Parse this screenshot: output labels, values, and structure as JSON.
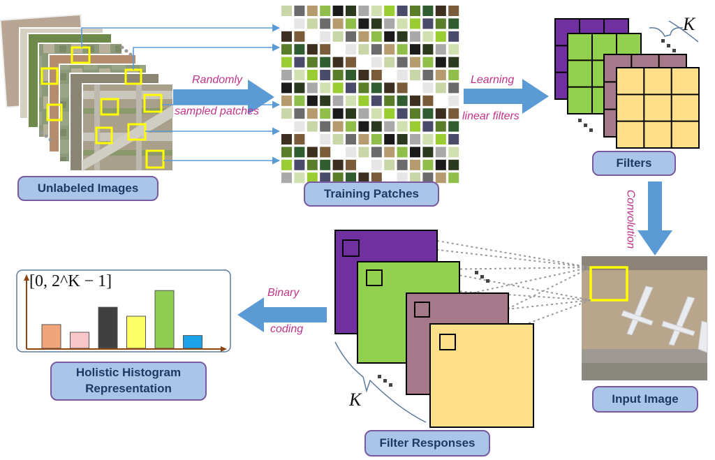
{
  "labels": {
    "unlabeled_images": "Unlabeled Images",
    "training_patches": "Training Patches",
    "filters": "Filters",
    "input_image": "Input Image",
    "filter_responses": "Filter Responses",
    "holistic_line1": "Holistic Histogram",
    "holistic_line2": "Representation"
  },
  "annotations": {
    "randomly": "Randomly",
    "sampled_patches": "sampled patches",
    "learning": "Learning",
    "linear_filters": "linear filters",
    "convolution": "Convolution",
    "binary": "Binary",
    "coding": "coding",
    "k_filters": "K",
    "k_responses": "K",
    "histogram_range": "[0, 2^K − 1]"
  },
  "histogram": {
    "values": [
      0.37,
      0.25,
      0.64,
      0.5,
      0.9,
      0.2
    ],
    "colors": [
      "#f2a57a",
      "#f8c6c8",
      "#404040",
      "#ffff66",
      "#8fcc4f",
      "#1aa3e8"
    ]
  },
  "filter_colors": [
    "#7030a0",
    "#92d050",
    "#a5798a",
    "#ffe08a"
  ],
  "colors": {
    "label_fill": "#a9c6e8",
    "label_border": "#7a5a9e",
    "arrow": "#5b9bd5",
    "note": "#c0338a"
  }
}
